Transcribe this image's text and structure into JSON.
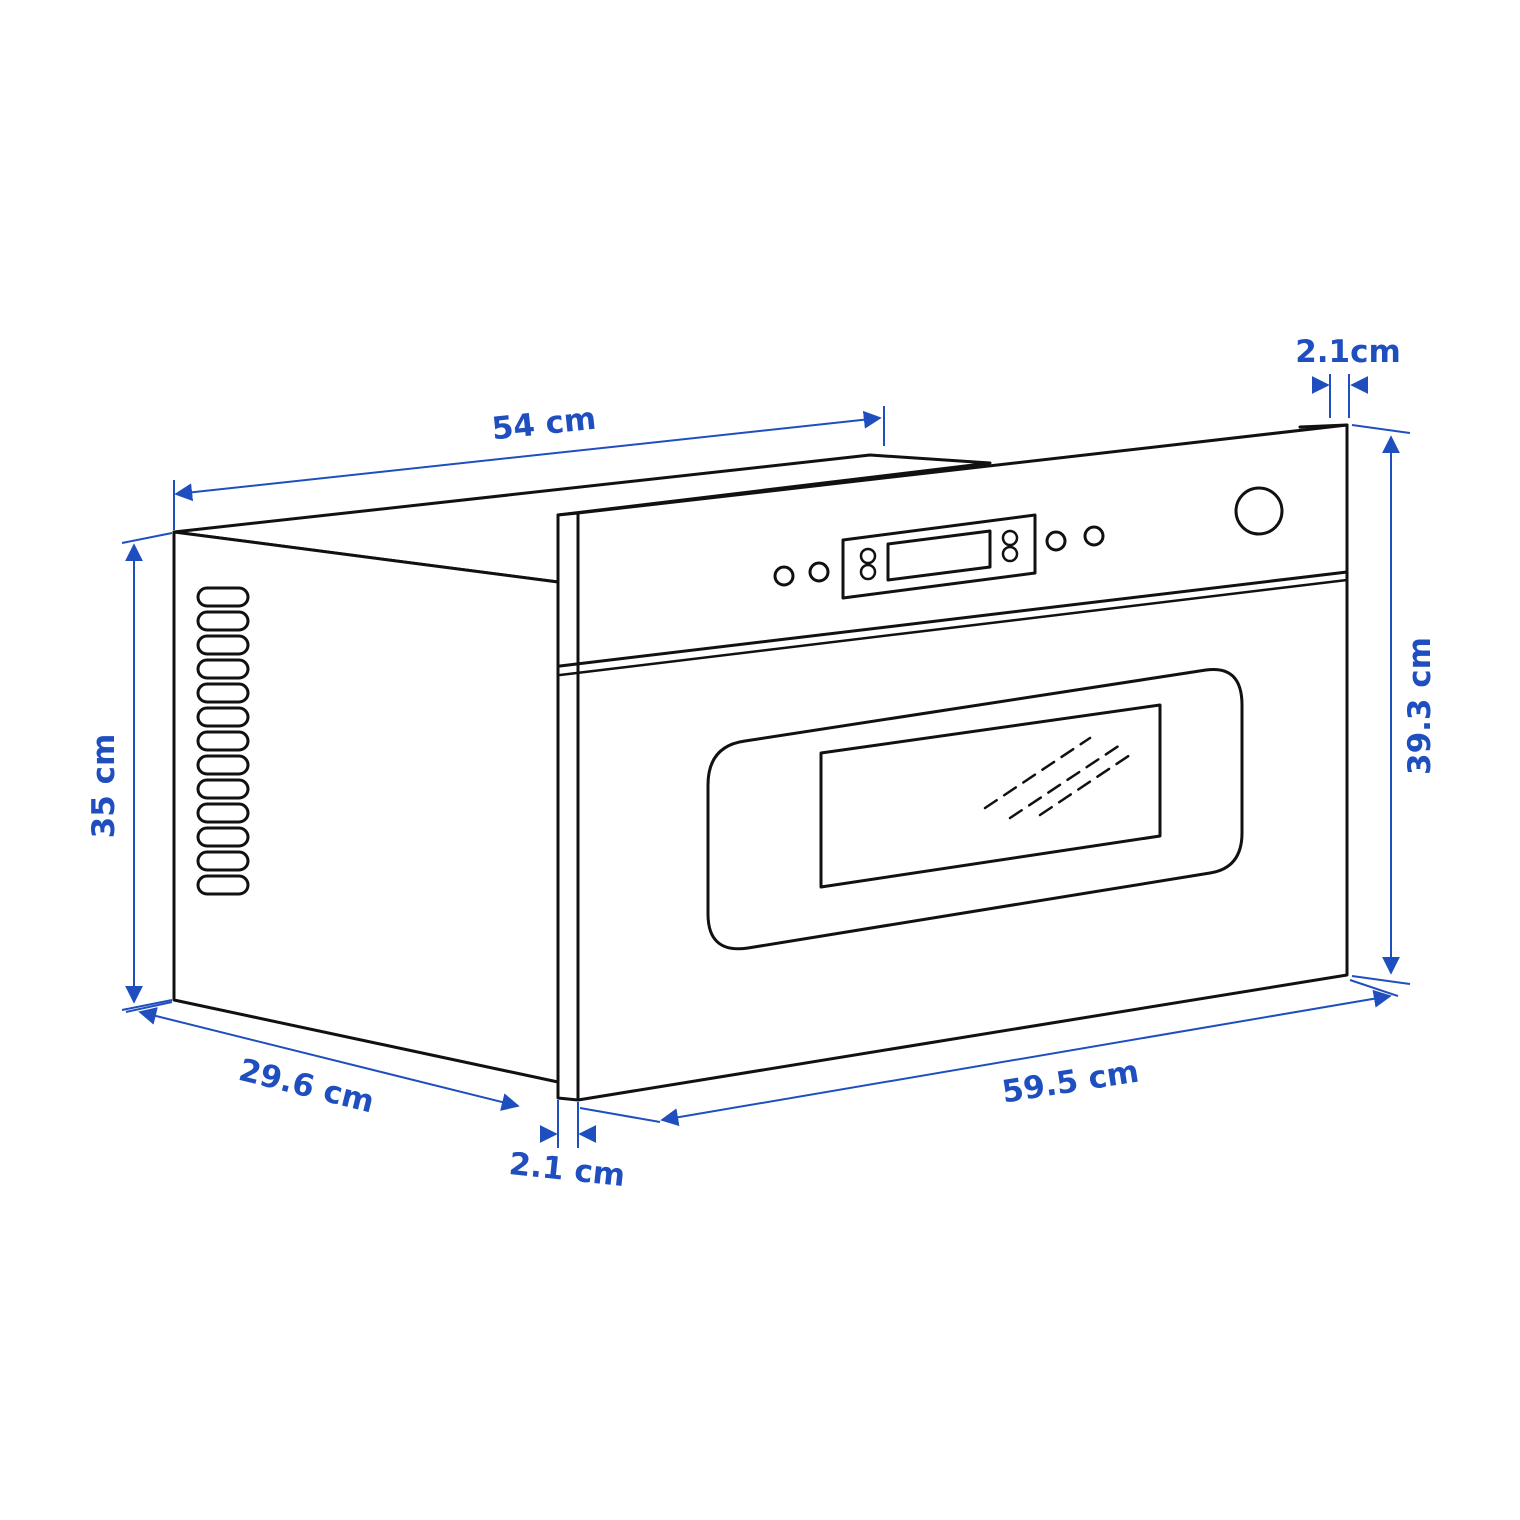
{
  "diagram": {
    "subject": "built-in microwave oven",
    "accent_color": "#1f4fbf",
    "line_color": "#111111",
    "dimensions": {
      "body_depth": "54 cm",
      "front_panel_thickness_top": "2.1cm",
      "front_height": "39.3 cm",
      "body_height": "35 cm",
      "side_depth": "29.6 cm",
      "front_panel_thickness_bottom": "2.1 cm",
      "front_width": "59.5 cm"
    }
  }
}
